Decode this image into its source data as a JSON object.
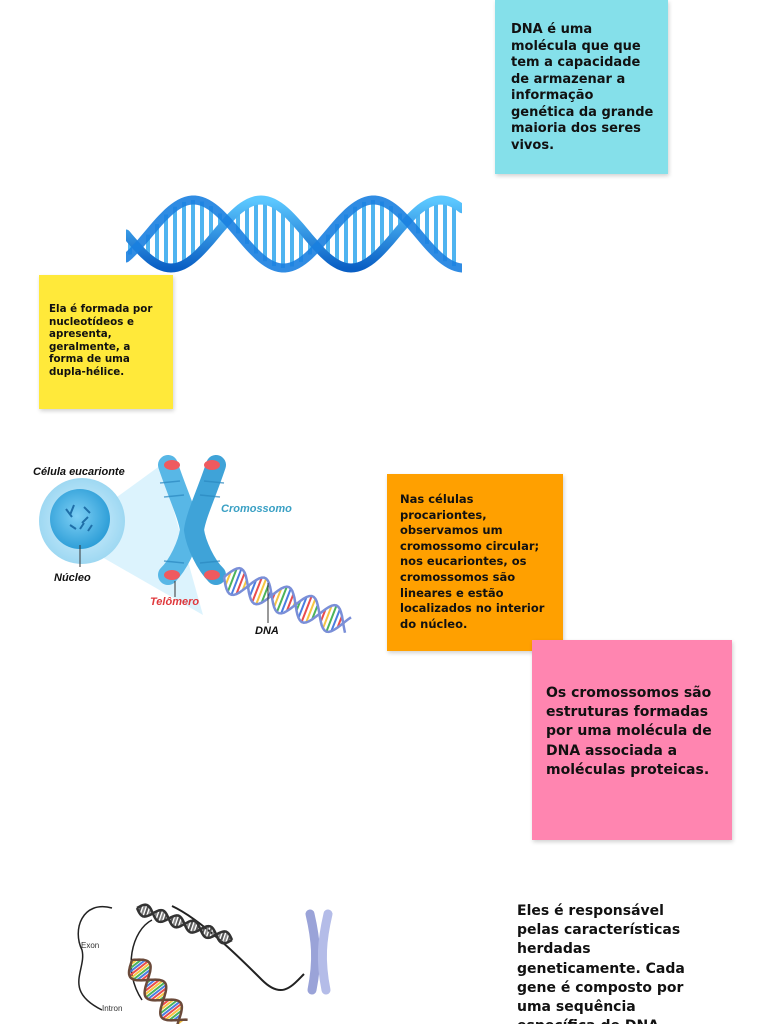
{
  "notes": {
    "blue": {
      "text": "DNA é uma molécula que que tem a capacidade de armazenar a informação genética da grande maioria dos seres vivos.",
      "color": "#85e0ea"
    },
    "yellow": {
      "text": "Ela é formada por nucleotídeos e apresenta, geralmente, a forma de uma dupla-hélice.",
      "color": "#ffe93a"
    },
    "orange": {
      "text": "Nas células procariontes, observamos um cromossomo circular; nos eucariontes, os cromossomos são lineares e estão localizados no interior do núcleo.",
      "color": "#ffa000"
    },
    "pink": {
      "text": "Os cromossomos são estruturas formadas por uma molécula de DNA associada a moléculas proteicas.",
      "color": "#ff85b0"
    }
  },
  "bottom_text": "Eles é responsável pelas características herdadas geneticamente. Cada gene é composto por uma sequência específica de DNA",
  "chromosome_figure": {
    "cell_label": "Célula eucarionte",
    "nucleus_label": "Núcleo",
    "chromosome_label": "Cromossomo",
    "telomere_label": "Telômero",
    "dna_label": "DNA"
  },
  "gene_figure": {
    "exon_label": "Exon",
    "intron_label": "Intron"
  },
  "icons": {
    "dna_helix": "dna-helix-icon",
    "chromosome": "chromosome-icon",
    "cell": "cell-icon"
  }
}
